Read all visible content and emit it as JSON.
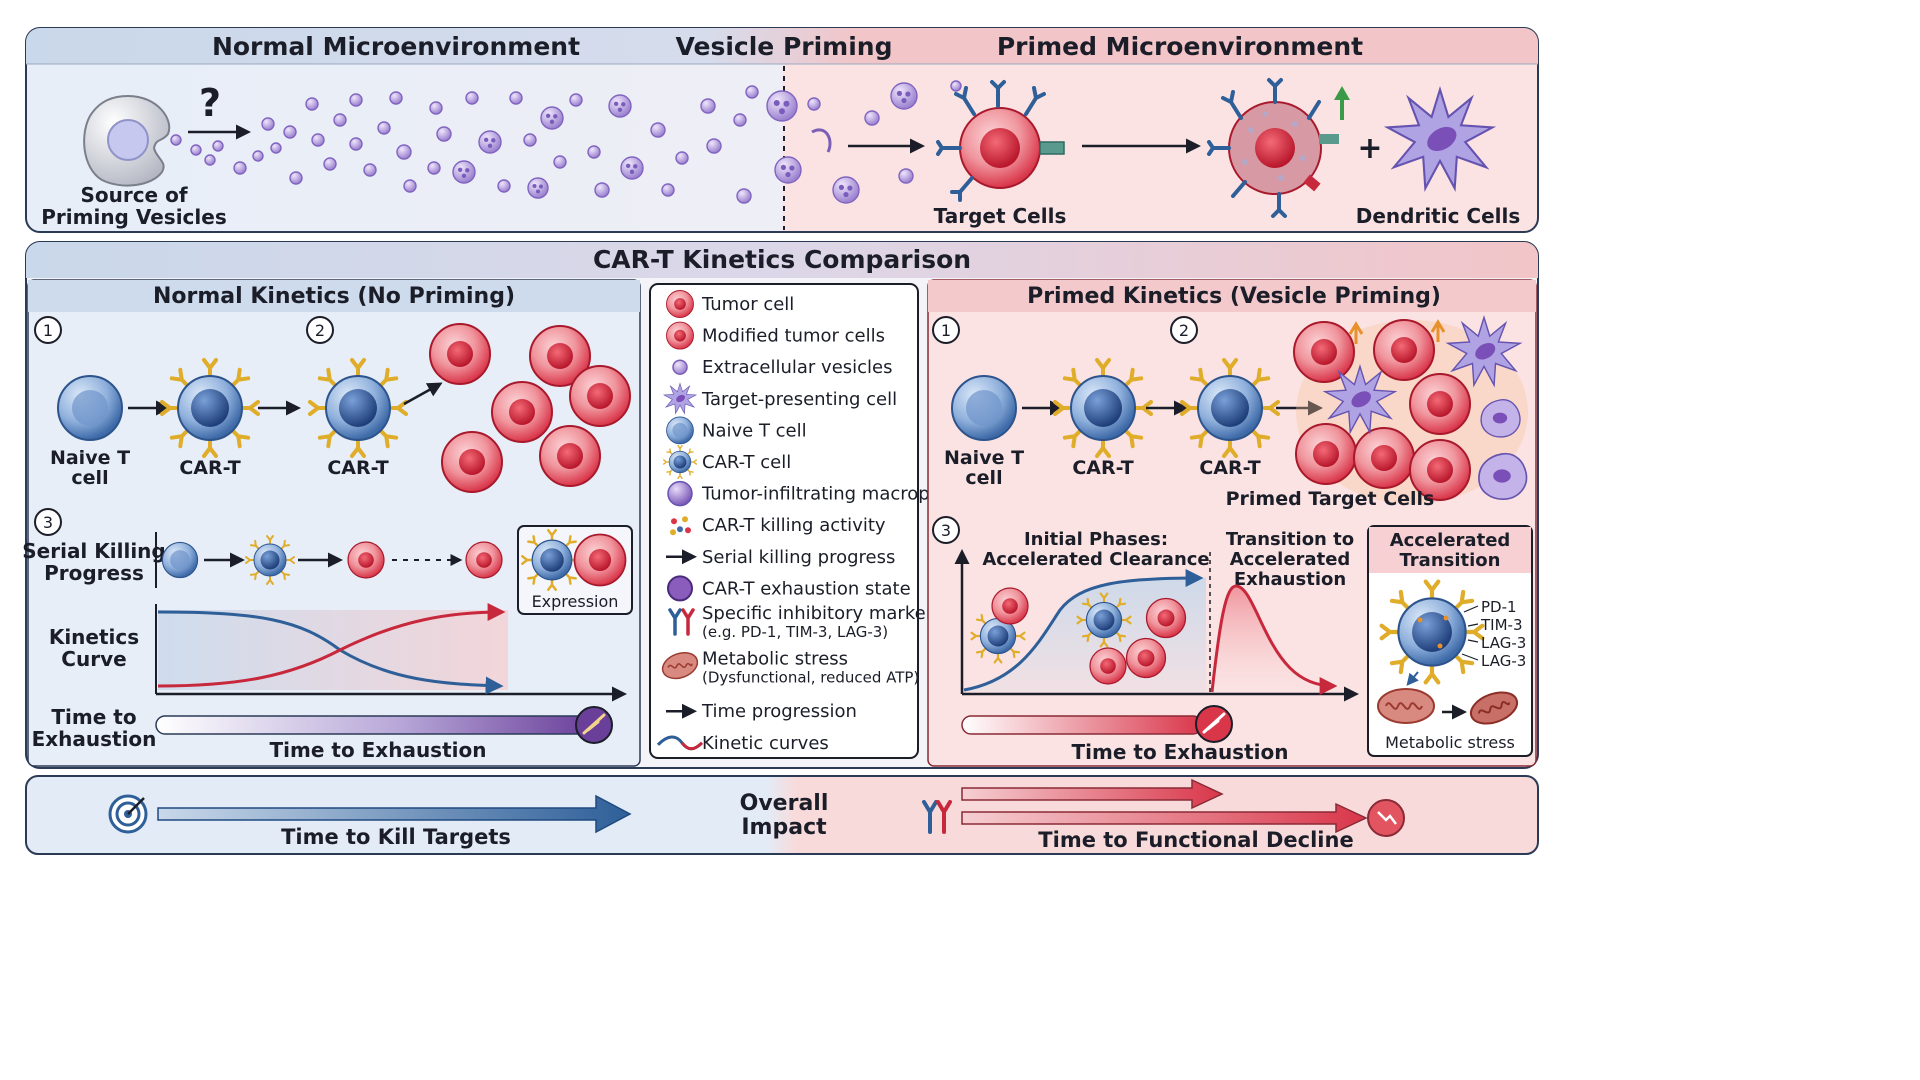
{
  "top": {
    "header_left": "Normal Microenvironment",
    "header_mid": "Vesicle Priming",
    "header_right": "Primed Microenvironment",
    "source_label_1": "Source of",
    "source_label_2": "Priming Vesicles",
    "question_mark": "?",
    "target_cells_label": "Target Cells",
    "plus_sign": "+",
    "dendritic_cells_label": "Dendritic Cells"
  },
  "kinetics": {
    "title": "CAR-T Kinetics Comparison",
    "normal": {
      "title": "Normal Kinetics (No Priming)",
      "step1": "1",
      "step2": "2",
      "step3": "3",
      "naive_label_1": "Naive T",
      "naive_label_2": "cell",
      "cart_label": "CAR-T",
      "serial_label_1": "Serial Killing",
      "serial_label_2": "Progress",
      "expression_label": "Expression",
      "curve_label_1": "Kinetics",
      "curve_label_2": "Curve",
      "time_label_1": "Time to",
      "time_label_2": "Exhaustion",
      "time_bar_label": "Time to Exhaustion"
    },
    "legend": [
      {
        "label": "Tumor cell",
        "icon": "tumor-cell-icon"
      },
      {
        "label": "Modified tumor cells",
        "icon": "modified-tumor-cell-icon"
      },
      {
        "label": "Extracellular vesicles",
        "icon": "vesicle-icon"
      },
      {
        "label": "Target-presenting cell",
        "icon": "target-presenting-cell-icon"
      },
      {
        "label": "Naive T cell",
        "icon": "naive-t-cell-icon"
      },
      {
        "label": "CAR-T cell",
        "icon": "car-t-cell-icon"
      },
      {
        "label": "Tumor-infiltrating macrop",
        "icon": "macrophage-icon"
      },
      {
        "label": "CAR-T killing activity",
        "icon": "killing-activity-icon"
      },
      {
        "label": "Serial killing progress",
        "icon": "arrow-icon"
      },
      {
        "label": "CAR-T exhaustion state",
        "icon": "exhaustion-state-icon"
      },
      {
        "label": "Specific inhibitory markers",
        "sub": "(e.g. PD-1, TIM-3, LAG-3)",
        "icon": "inhibitory-marker-icon"
      },
      {
        "label": "Metabolic stress",
        "sub": "(Dysfunctional, reduced ATP)",
        "icon": "mitochondria-icon"
      },
      {
        "label": "Time progression",
        "icon": "arrow-icon"
      },
      {
        "label": "Kinetic curves",
        "icon": "kinetic-curve-icon"
      }
    ],
    "primed": {
      "title": "Primed Kinetics (Vesicle Priming)",
      "step1": "1",
      "step2": "2",
      "step3": "3",
      "naive_label_1": "Naive T",
      "naive_label_2": "cell",
      "cart_label": "CAR-T",
      "primed_targets_label": "Primed Target Cells",
      "initial_1": "Initial Phases:",
      "initial_2": "Accelerated Clearance",
      "transition_1": "Transition to",
      "transition_2": "Accelerated",
      "transition_3": "Exhaustion",
      "accel_title_1": "Accelerated",
      "accel_title_2": "Transition",
      "markers": [
        "PD-1",
        "TIM-3",
        "LAG-3",
        "LAG-3"
      ],
      "metabolic_label": "Metabolic stress",
      "time_bar_label": "Time to Exhaustion"
    }
  },
  "impact": {
    "title_1": "Overall",
    "title_2": "Impact",
    "left_label": "Time to Kill Targets",
    "right_label": "Time to Functional Decline"
  },
  "colors": {
    "blue_header": "#c9d8ea",
    "blue_panel": "#e7eef8",
    "red_header": "#f2c5c8",
    "red_panel": "#fbe3e3",
    "tumor": "#d9364a",
    "vesicle": "#a992d6",
    "cart": "#3e6aa8",
    "receptor": "#e0ad2a",
    "text": "#1b1e28"
  }
}
